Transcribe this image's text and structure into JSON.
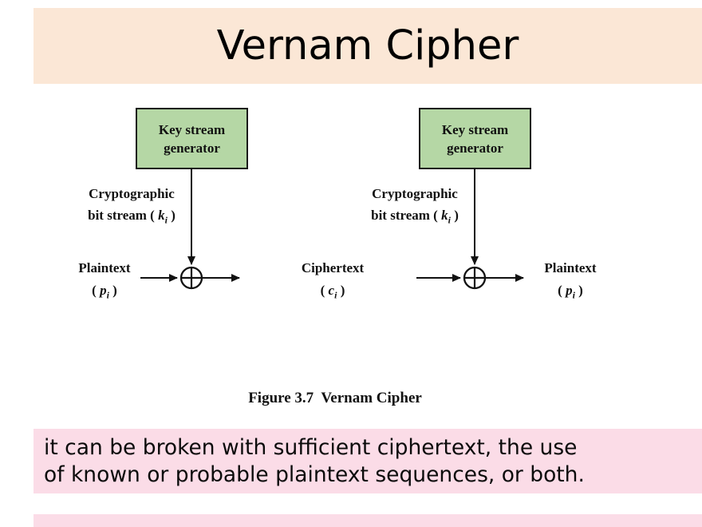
{
  "title": "Vernam Cipher",
  "colors": {
    "title_banner": "#fbe7d6",
    "note_banner": "#fbdce7",
    "generator_box_fill": "#b5d7a5",
    "diagram_ink": "#111111"
  },
  "diagram": {
    "generators": [
      {
        "line1": "Key stream",
        "line2": "generator"
      },
      {
        "line1": "Key stream",
        "line2": "generator"
      }
    ],
    "keystreams": [
      {
        "line1": "Cryptographic",
        "pre": "bit stream ( ",
        "var": "k",
        "sub": "i",
        "post": " )"
      },
      {
        "line1": "Cryptographic",
        "pre": "bit stream ( ",
        "var": "k",
        "sub": "i",
        "post": " )"
      }
    ],
    "terminals": {
      "plaintext_in": {
        "label": "Plaintext",
        "pre": "( ",
        "var": "p",
        "sub": "i",
        "post": " )"
      },
      "ciphertext": {
        "label": "Ciphertext",
        "pre": "( ",
        "var": "c",
        "sub": "i",
        "post": " )"
      },
      "plaintext_out": {
        "label": "Plaintext",
        "pre": "( ",
        "var": "p",
        "sub": "i",
        "post": " )"
      }
    },
    "caption": "Figure 3.7  Vernam Cipher"
  },
  "note": {
    "lines": [
      "it can be broken with sufficient ciphertext, the use",
      "of known or probable plaintext sequences, or both."
    ]
  }
}
